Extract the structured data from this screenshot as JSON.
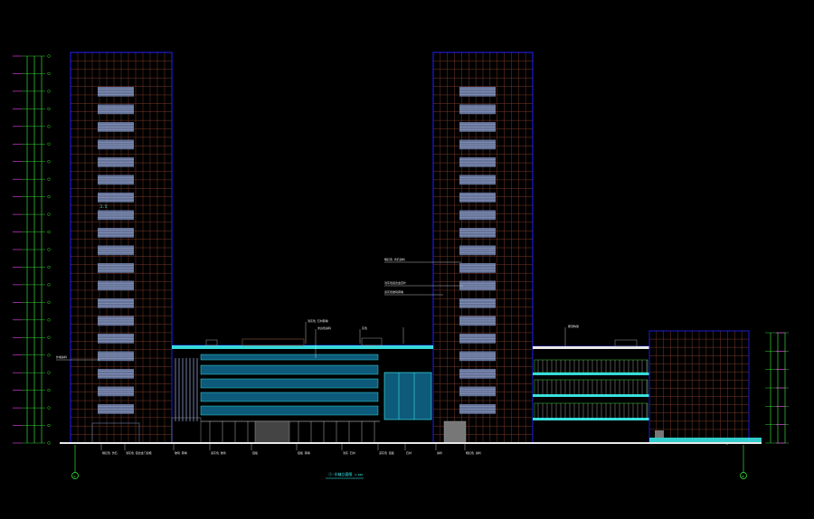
{
  "drawing": {
    "title": "①-⑧轴立面图",
    "scale": "1:100",
    "colors": {
      "background": "#000000",
      "tower_frame": "#1b1bd6",
      "grid_brown": "#7a3a2a",
      "window_band": "#6f7ea8",
      "podium_glass": "#0d5a7a",
      "cyan_edge": "#40ffff",
      "dim_green": "#40ff40",
      "elev_magenta": "#ff40ff",
      "leader_white": "#e8e8e8"
    }
  },
  "axis": {
    "left_label": "①",
    "right_label": "⑧"
  },
  "callouts": {
    "tower_left_tag": "2.5",
    "left_note": "外墙涂料",
    "mid_note_1": "暗红色 仿石涂料",
    "mid_note_2": "浅灰色铝合金百叶",
    "mid_note_3": "蓝灰色玻璃幕墙",
    "podium_note_1": "浅灰色 石材幕墙",
    "podium_note_2": "米白色涂料",
    "podium_note_3": "灰色",
    "right_note": "屋顶构架",
    "bottom_notes": [
      "暗红色 仿石",
      "浅灰色 铝合金门窗框",
      "玻璃 幕墙",
      "蓝灰色 玻璃",
      "铝板",
      "铝板 幕墙",
      "浅灰 石材",
      "深灰色 铝板",
      "石材",
      "涂料",
      "暗红色 涂料"
    ]
  }
}
